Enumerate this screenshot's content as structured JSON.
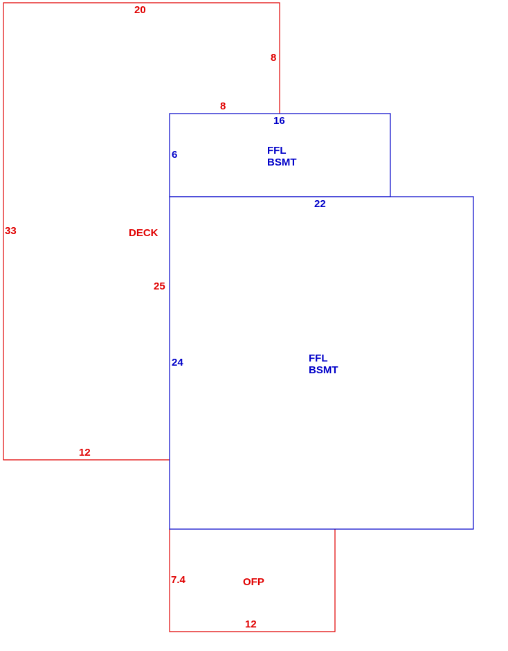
{
  "colors": {
    "deck": "#e00000",
    "living": "#0000c8",
    "background": "#ffffff"
  },
  "deck": {
    "label": "DECK",
    "dims": {
      "top": "20",
      "right_upper": "8",
      "step": "8",
      "left": "33",
      "inner": "25",
      "bottom": "12"
    }
  },
  "upper_block": {
    "label_line1": "FFL",
    "label_line2": "BSMT",
    "dims": {
      "top": "16",
      "left": "6"
    }
  },
  "main_block": {
    "label_line1": "FFL",
    "label_line2": "BSMT",
    "dims": {
      "top": "22",
      "left": "24"
    }
  },
  "ofp": {
    "label": "OFP",
    "dims": {
      "left": "7.4",
      "bottom": "12"
    }
  }
}
